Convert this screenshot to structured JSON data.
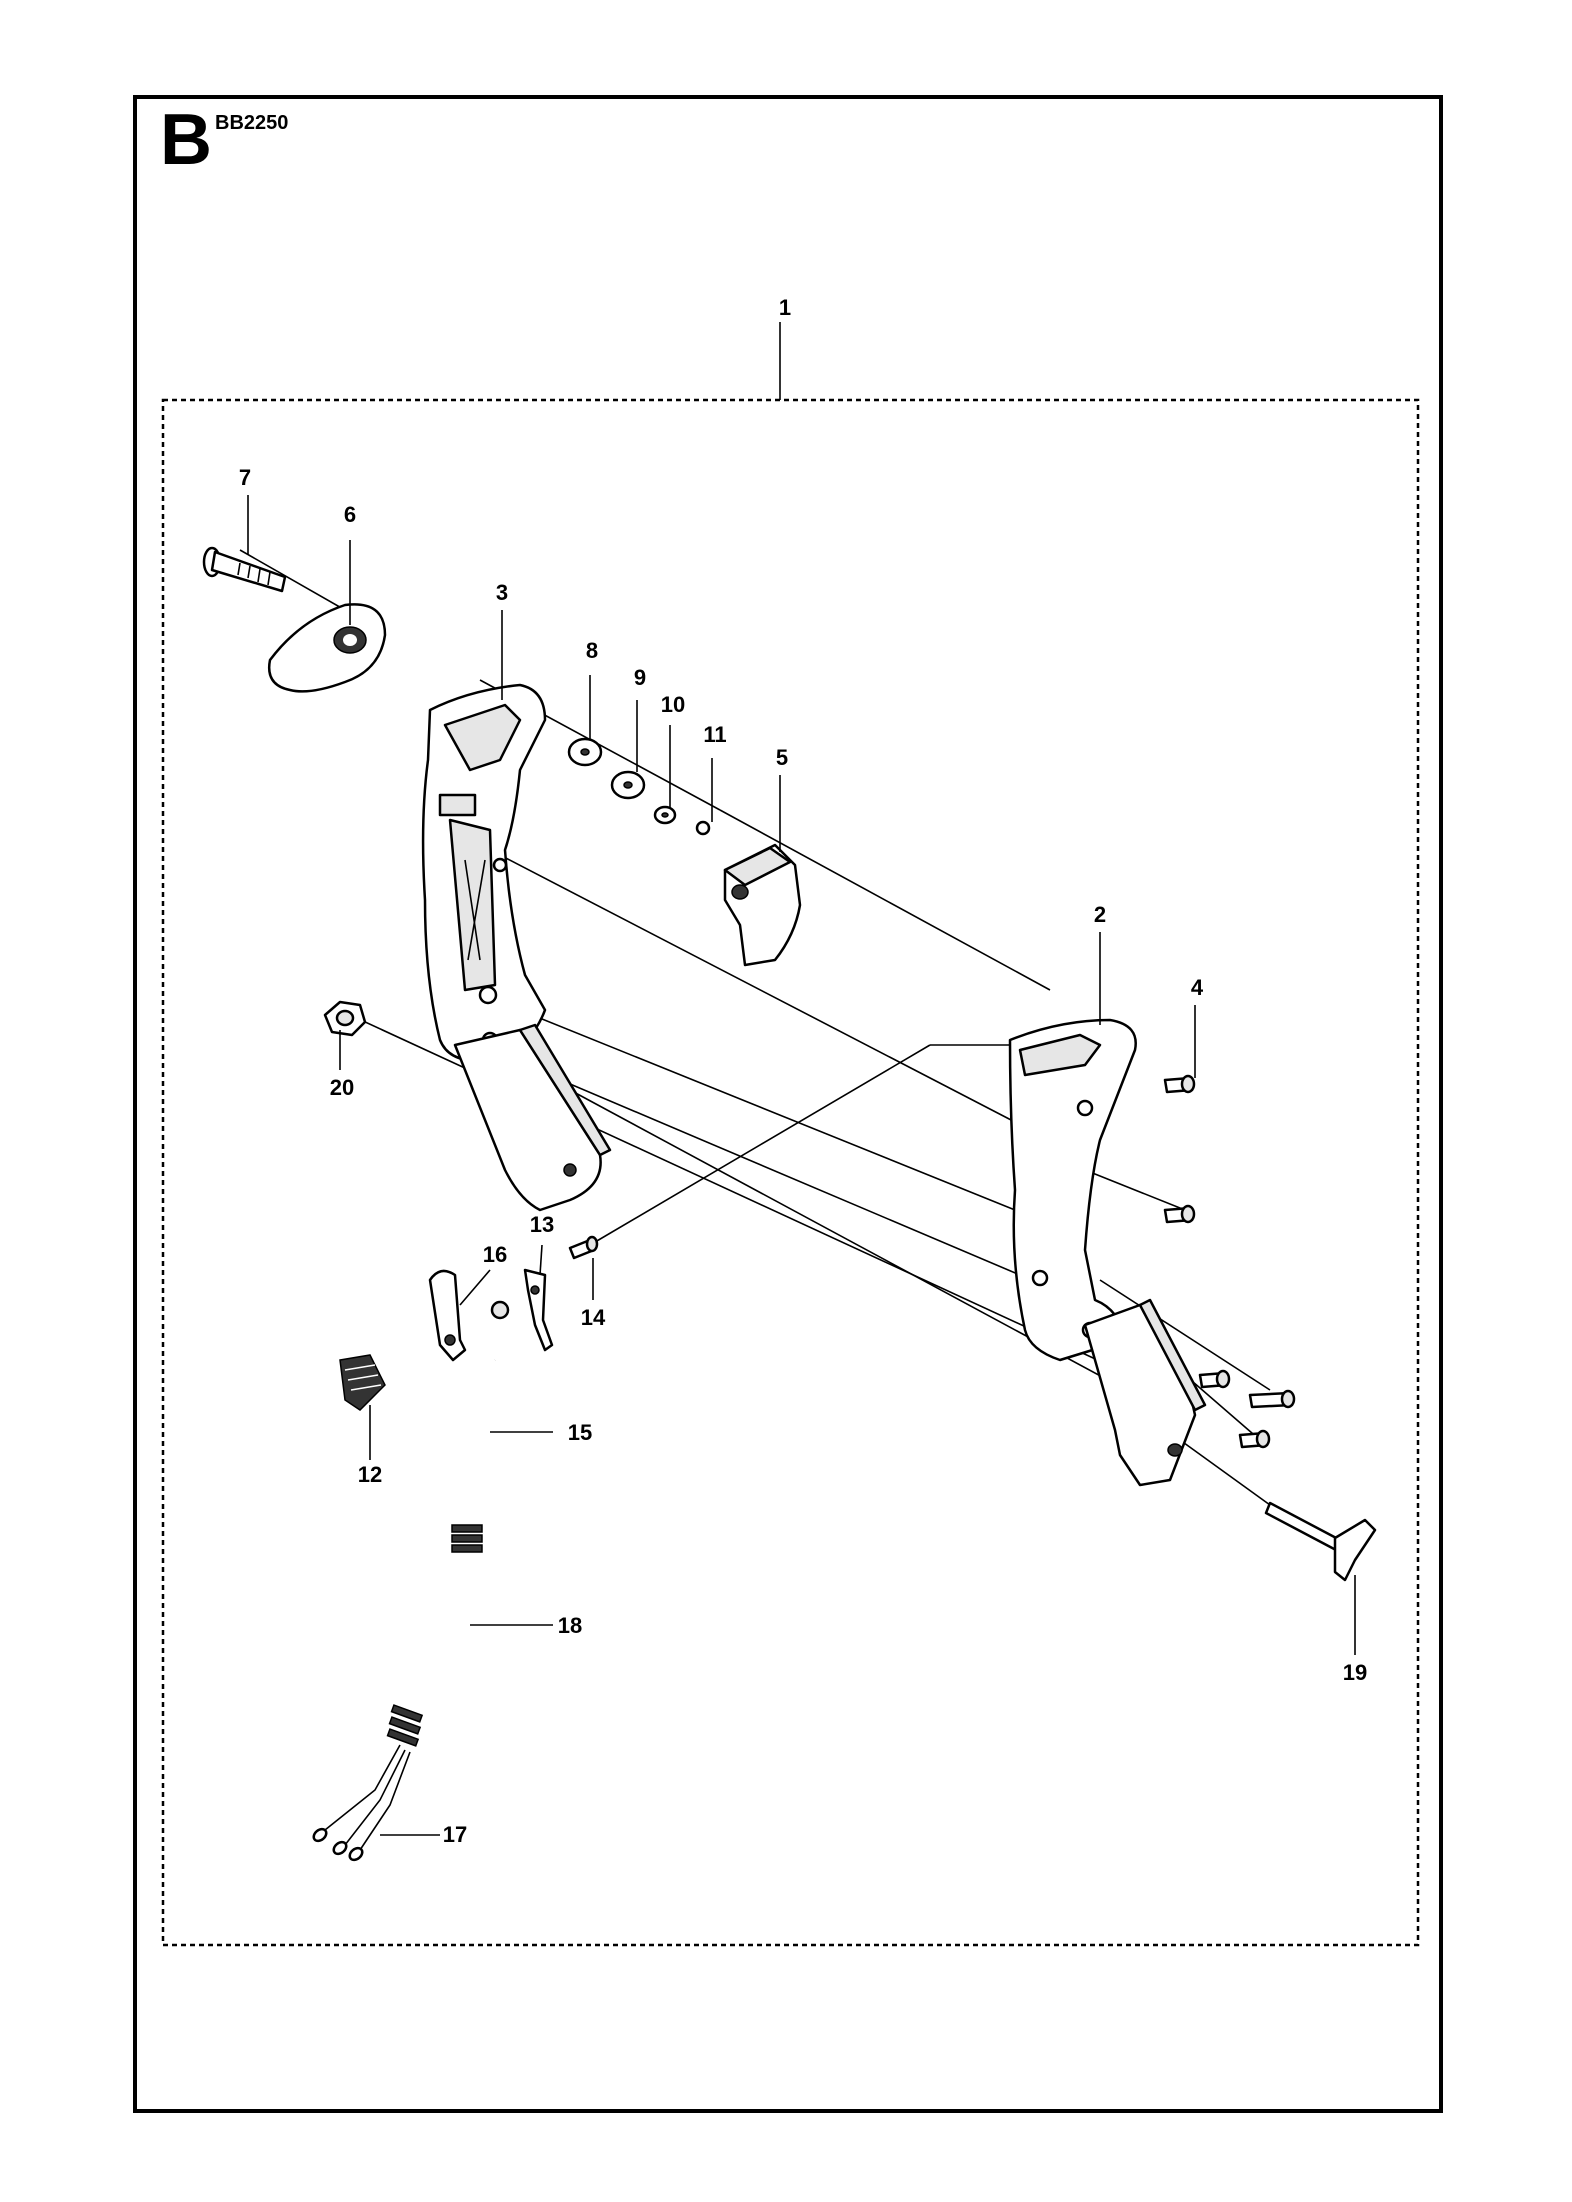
{
  "header": {
    "section_letter": "B",
    "model_code": "BB2250"
  },
  "callouts": [
    "1",
    "2",
    "3",
    "4",
    "5",
    "6",
    "7",
    "8",
    "9",
    "10",
    "11",
    "12",
    "13",
    "14",
    "15",
    "16",
    "17",
    "18",
    "19",
    "20"
  ]
}
